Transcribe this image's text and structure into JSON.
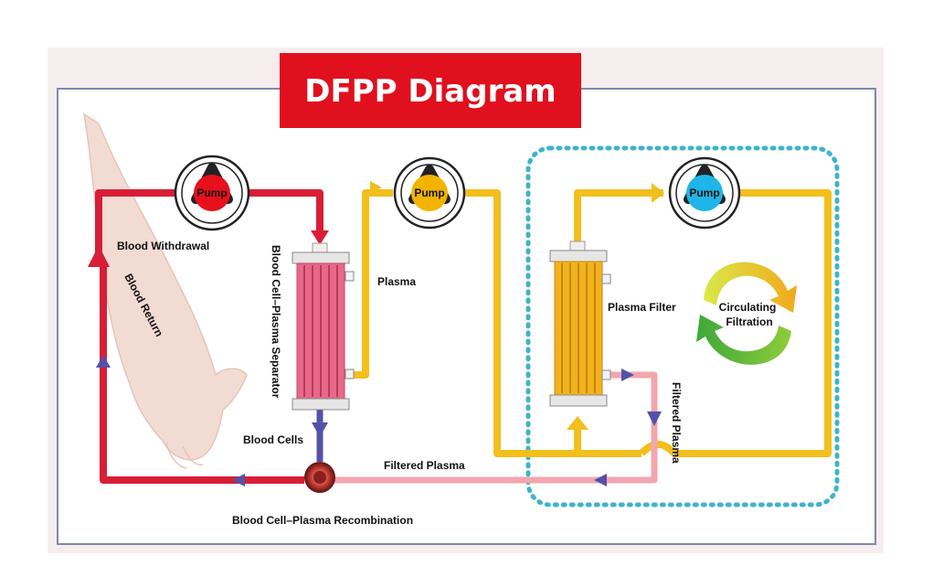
{
  "title": "DFPP Diagram",
  "labels": {
    "blood_withdrawal": "Blood Withdrawal",
    "blood_return": "Blood Return",
    "separator": "Blood Cell–Plasma Separator",
    "plasma": "Plasma",
    "plasma_filter": "Plasma Filter",
    "circulating_filtration_line1": "Circulating",
    "circulating_filtration_line2": "Filtration",
    "filtered_plasma_vertical": "Filtered Plasma",
    "filtered_plasma_horizontal": "Filtered Plasma",
    "blood_cells": "Blood Cells",
    "recombination": "Blood Cell–Plasma Recombination"
  },
  "pumps": [
    {
      "label": "Pump",
      "color": "#e8101c"
    },
    {
      "label": "Pump",
      "color": "#f2b400"
    },
    {
      "label": "Pump",
      "color": "#1fb5e8"
    }
  ],
  "colors": {
    "title_bg": "#e0101e",
    "blood_line": "#d81e36",
    "plasma_line": "#f2bf1c",
    "filtered_line": "#f2a6ae",
    "arrow_blue": "#5451a8",
    "dotted_frame": "#3fb3cc",
    "separator_fill": "#e8688a",
    "filter_fill": "#f2b21c",
    "frame": "#7e88ad"
  },
  "icons": {
    "hand": "arm-hand-icon",
    "cycle": "circulation-cycle-icon"
  }
}
